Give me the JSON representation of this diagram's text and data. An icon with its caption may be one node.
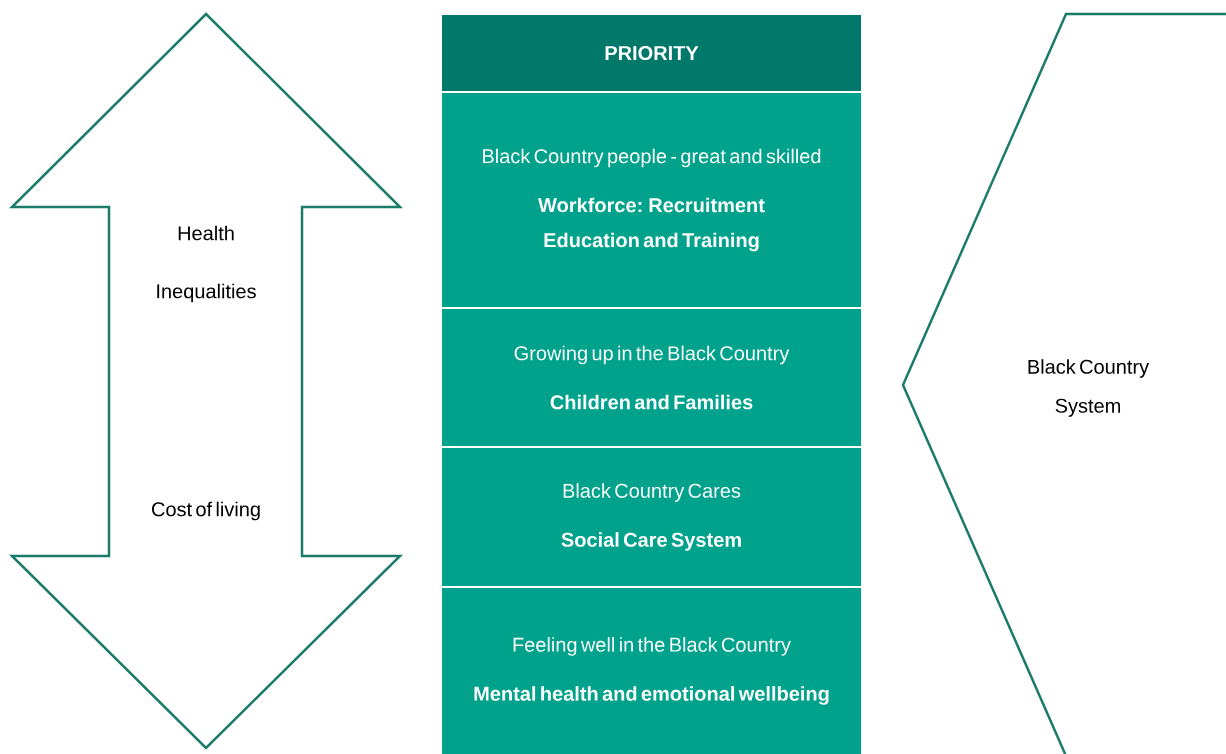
{
  "diagram": {
    "nodes": [
      {
        "text": [
          "Health Inequalities",
          "Cost of living"
        ]
      },
      {
        "text": [
          "PRIORITY"
        ]
      },
      {
        "text": [
          "Black Country people - great and skilled",
          "Workforce: Recruitment Education and Training"
        ]
      },
      {
        "text": [
          "Growing up in the Black Country",
          "Children and Families"
        ]
      },
      {
        "text": [
          "Black Country Cares",
          "Social Care System"
        ]
      },
      {
        "text": [
          "Feeling well in the Black Country",
          "Mental health and emotional wellbeing"
        ]
      },
      {
        "text": [
          "Black Country System"
        ]
      }
    ]
  }
}
